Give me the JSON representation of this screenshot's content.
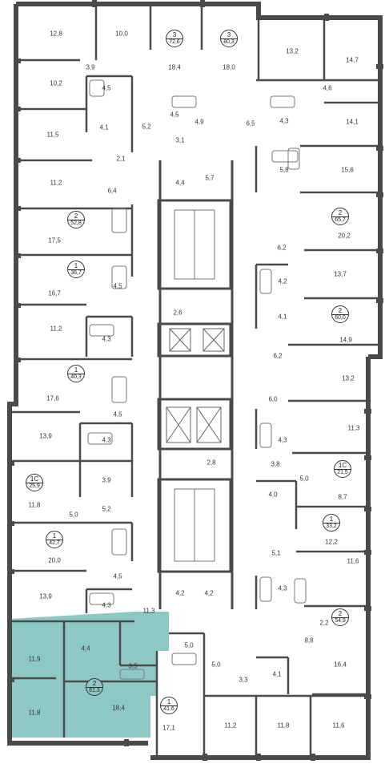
{
  "colors": {
    "wall": "#4a4a4a",
    "highlight": "#8ec8c4",
    "background": "#ffffff"
  },
  "room_areas": [
    "12,8",
    "10,0",
    "18,4",
    "18,0",
    "13,2",
    "14,7",
    "3,9",
    "10,2",
    "4,5",
    "4,6",
    "11,5",
    "4,1",
    "5,2",
    "4,5",
    "4,9",
    "6,5",
    "4,3",
    "14,1",
    "3,1",
    "2,1",
    "11,2",
    "5,8",
    "15,6",
    "6,4",
    "4,4",
    "5,7",
    "17,5",
    "20,2",
    "6,2",
    "16,7",
    "4,2",
    "13,7",
    "4,5",
    "2,6",
    "11,2",
    "4,3",
    "4,1",
    "14,9",
    "6,2",
    "17,6",
    "13,2",
    "6,0",
    "4,5",
    "13,9",
    "4,3",
    "11,3",
    "4,3",
    "3,9",
    "2,8",
    "3,8",
    "5,0",
    "11,8",
    "5,0",
    "5,2",
    "4,0",
    "8,7",
    "12,2",
    "20,0",
    "5,1",
    "11,6",
    "4,5",
    "13,9",
    "4,2",
    "4,2",
    "4,3",
    "4,3",
    "2,2",
    "11,3",
    "8,8",
    "11,9",
    "4,4",
    "5,0",
    "3,5",
    "16,4",
    "5,0",
    "3,3",
    "4,1",
    "11,8",
    "18,4",
    "17,1",
    "11,2",
    "11,8",
    "11,6"
  ],
  "apartments": [
    {
      "rooms": "3",
      "area": "72,6"
    },
    {
      "rooms": "3",
      "area": "80,3"
    },
    {
      "rooms": "2",
      "area": "52,8"
    },
    {
      "rooms": "2",
      "area": "65,7"
    },
    {
      "rooms": "1",
      "area": "36,7"
    },
    {
      "rooms": "2",
      "area": "60,0"
    },
    {
      "rooms": "1",
      "area": "40,3"
    },
    {
      "rooms": "1С",
      "area": "25,9"
    },
    {
      "rooms": "1С",
      "area": "21,5"
    },
    {
      "rooms": "1",
      "area": "33,2"
    },
    {
      "rooms": "1",
      "area": "42,7"
    },
    {
      "rooms": "2",
      "area": "54,9"
    },
    {
      "rooms": "2",
      "area": "61,3"
    },
    {
      "rooms": "1",
      "area": "41,6"
    }
  ]
}
